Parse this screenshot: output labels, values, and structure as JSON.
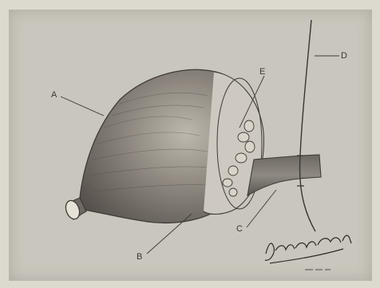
{
  "labels": {
    "a": "A",
    "b": "B",
    "c": "C",
    "d": "D",
    "e": "E"
  },
  "signature_text": "Juan Romero"
}
